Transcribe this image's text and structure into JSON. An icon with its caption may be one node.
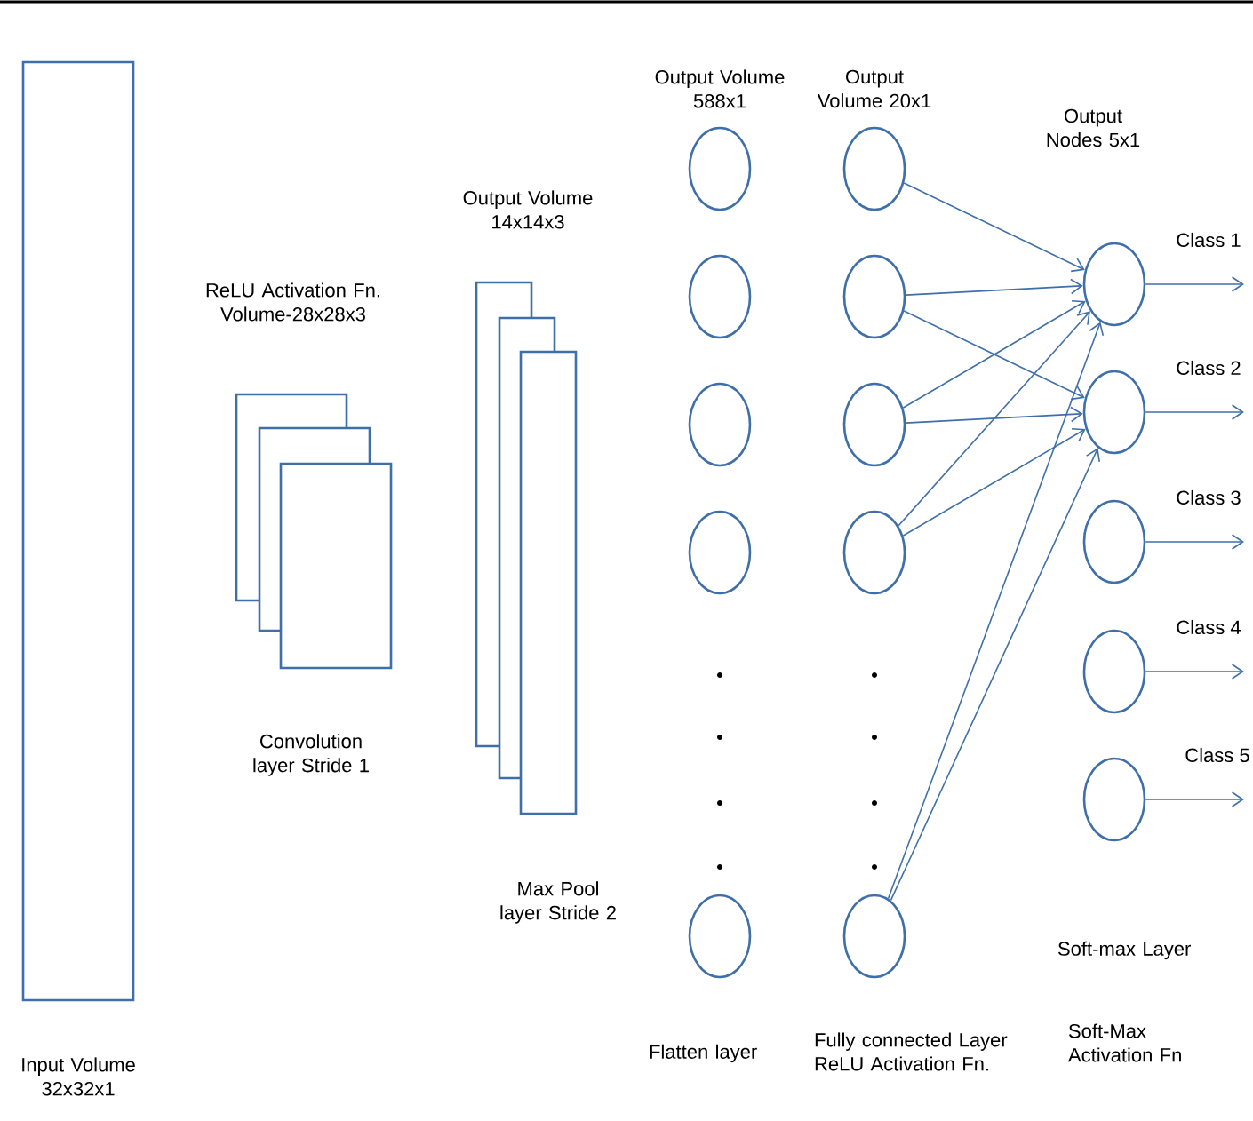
{
  "diagram": {
    "nodes": [
      {
        "text": [],
        "shape": "box",
        "beside": [
          "Input Volume 32x32x1"
        ]
      },
      {
        "text": [],
        "shape": "box",
        "beside": [
          "ReLU Activation Fn. Volume-28x28x3"
        ]
      },
      {
        "text": [],
        "shape": "box"
      },
      {
        "text": [],
        "shape": "box",
        "beside": [
          "Convolution layer Stride 1"
        ]
      },
      {
        "text": [],
        "shape": "box",
        "beside": [
          "Output Volume 14x14x3"
        ]
      },
      {
        "text": [],
        "shape": "box"
      },
      {
        "text": [],
        "shape": "box",
        "beside": [
          "Max Pool layer Stride  2"
        ]
      },
      {
        "text": [],
        "shape": "circle"
      },
      {
        "text": [],
        "shape": "circle"
      },
      {
        "text": [],
        "shape": "circle"
      },
      {
        "text": [],
        "shape": "circle"
      },
      {
        "text": [],
        "shape": "circle"
      },
      {
        "text": [],
        "shape": "circle"
      },
      {
        "text": [],
        "shape": "circle"
      },
      {
        "text": [],
        "shape": "circle"
      },
      {
        "text": [],
        "shape": "circle"
      },
      {
        "text": [],
        "shape": "circle"
      },
      {
        "text": [],
        "shape": "circle"
      },
      {
        "text": [],
        "shape": "circle"
      },
      {
        "text": [],
        "shape": "circle"
      },
      {
        "text": [],
        "shape": "circle"
      },
      {
        "text": [],
        "shape": "circle"
      }
    ],
    "edges": [
      {
        "from": 12,
        "to": 17,
        "arrow": "to"
      },
      {
        "from": 13,
        "to": 17,
        "arrow": "to"
      },
      {
        "from": 13,
        "to": 18,
        "arrow": "to"
      },
      {
        "from": 14,
        "to": 17,
        "arrow": "to"
      },
      {
        "from": 14,
        "to": 18,
        "arrow": "to"
      },
      {
        "from": 15,
        "to": 17,
        "arrow": "to"
      },
      {
        "from": 15,
        "to": 18,
        "arrow": "to"
      },
      {
        "from": 16,
        "to": 17,
        "arrow": "to"
      },
      {
        "from": 16,
        "to": 18,
        "arrow": "to"
      },
      {
        "from": 17,
        "to": null,
        "arrow": "to",
        "label": "Class 1"
      },
      {
        "from": 18,
        "to": null,
        "arrow": "to",
        "label": "Class 2"
      },
      {
        "from": 19,
        "to": null,
        "arrow": "to",
        "label": "Class 3"
      },
      {
        "from": 20,
        "to": null,
        "arrow": "to",
        "label": "Class 4"
      },
      {
        "from": 21,
        "to": null,
        "arrow": "to",
        "label": "Class 5"
      }
    ],
    "labels": [
      "Output Volume 588x1",
      "Output Volume 20x1",
      "Output Nodes 5x1",
      "Flatten layer",
      "Fully connected Layer ReLU Activation Fn.",
      "Soft-max Layer",
      "Soft-Max Activation Fn"
    ]
  }
}
